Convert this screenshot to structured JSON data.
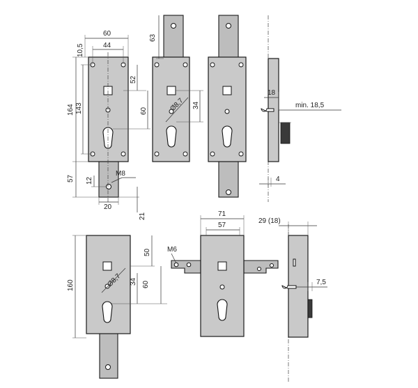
{
  "dimensions": {
    "width_60": "60",
    "width_44": "44",
    "offset_10_5": "10,5",
    "height_164": "164",
    "height_143": "143",
    "dist_52": "52",
    "dist_60": "60",
    "bolt_57": "57",
    "bolt_12": "12",
    "bolt_20": "20",
    "bolt_21": "21",
    "thread_m8": "M8",
    "bolt_63": "63",
    "dia_8_7": "Ø8,7",
    "dist_34": "34",
    "side_18": "18",
    "min_18_5": "min. 18,5",
    "side_4": "4",
    "bottom_160": "160",
    "bottom_50": "50",
    "bottom_dia_8_7": "Ø8,7",
    "bottom_34": "34",
    "bottom_60": "60",
    "thread_m6": "M6",
    "width_71": "71",
    "width_57": "57",
    "side_29_18": "29 (18)",
    "side_7_5": "7,5"
  }
}
